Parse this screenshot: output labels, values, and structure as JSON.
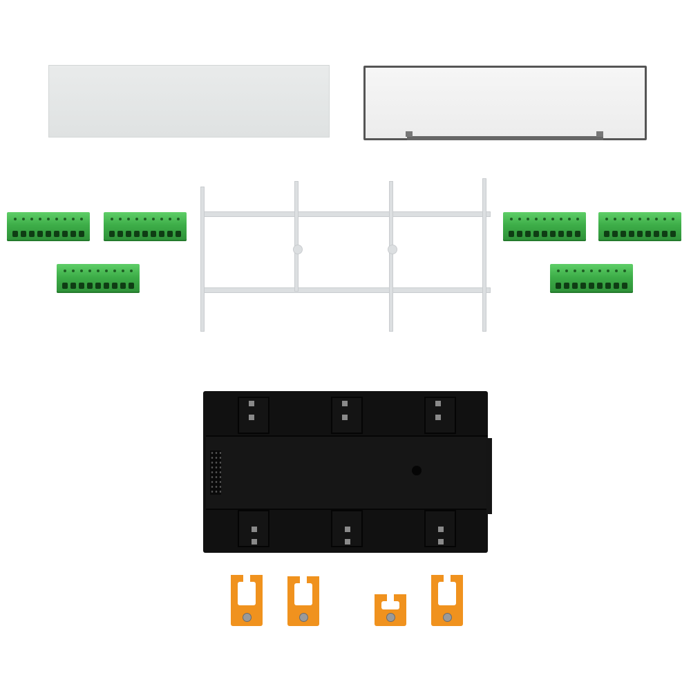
{
  "scene": {
    "colors": {
      "background": "#ffffff",
      "white_cover": "#e5e8e8",
      "clear_cover_edge": "#555555",
      "terminal_green": "#3dad48",
      "base_black": "#111111",
      "clip_orange": "#f0921e"
    },
    "parts": {
      "terminal_block_count": 6,
      "terminal_poles": 9,
      "clip_count": 4
    }
  }
}
